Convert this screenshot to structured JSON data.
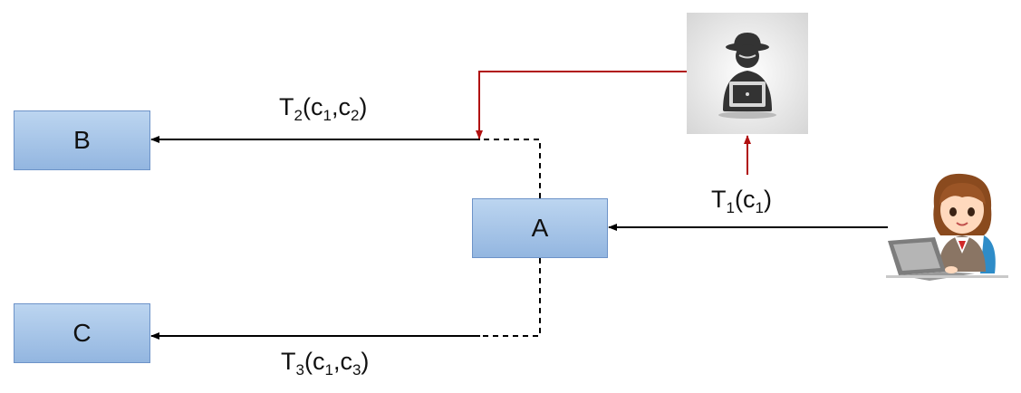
{
  "nodes": {
    "a": "A",
    "b": "B",
    "c": "C"
  },
  "labels": {
    "t1": {
      "base": "T",
      "idx": "1",
      "open": "(c",
      "c1": "1",
      "close": ")"
    },
    "t2": {
      "base": "T",
      "idx": "2",
      "open": "(c",
      "c1": "1",
      "mid": ",c",
      "cx": "2",
      "close": ")"
    },
    "t3": {
      "base": "T",
      "idx": "3",
      "open": "(c",
      "c1": "1",
      "mid": ",c",
      "cx": "3",
      "close": ")"
    }
  },
  "icons": {
    "attacker": "hacker-icon",
    "user": "user-at-laptop-icon"
  },
  "colors": {
    "box_fill": "#a9c6ea",
    "box_border": "#6d93c8",
    "edge": "#000000",
    "attack_edge": "#b01010"
  }
}
